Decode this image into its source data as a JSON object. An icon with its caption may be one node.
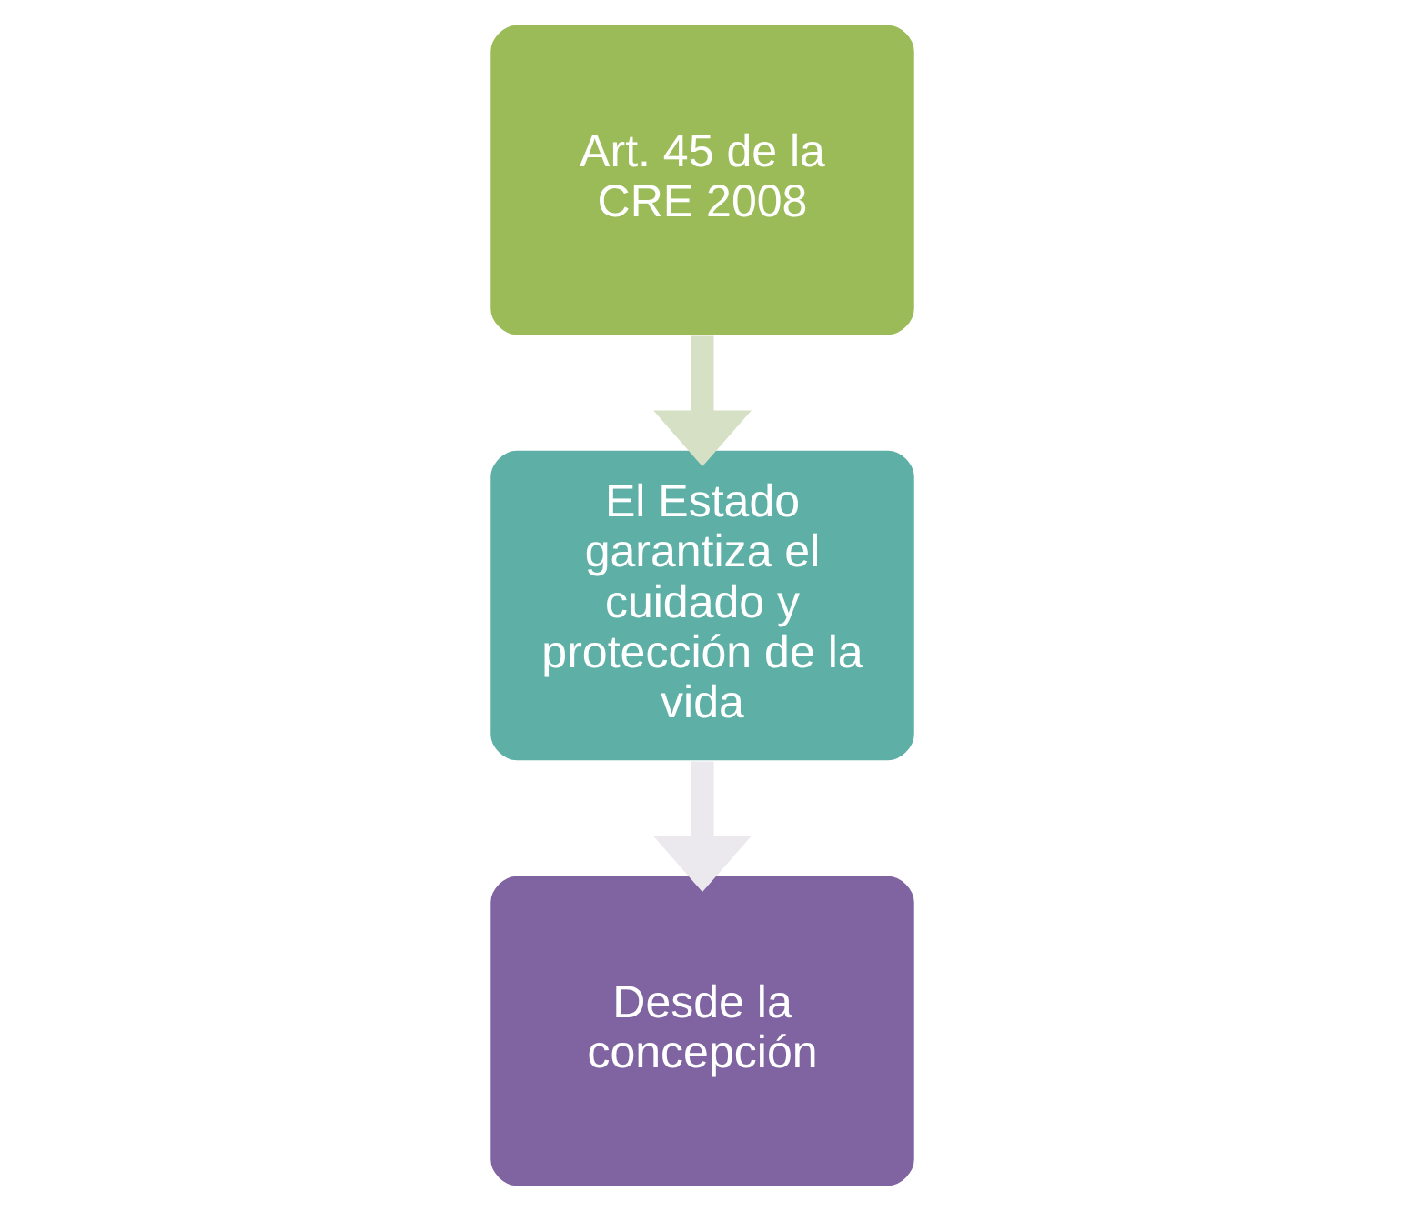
{
  "diagram": {
    "nodes": [
      {
        "text": [
          "Art. 45 de la CRE 2008"
        ]
      },
      {
        "text": [
          "El Estado garantiza el cuidado y protección de la vida"
        ]
      },
      {
        "text": [
          "Desde la concepción"
        ]
      }
    ],
    "edges": [
      {
        "from": 0,
        "to": 1,
        "arrow": "to",
        "color": "#d6e0c4"
      },
      {
        "from": 1,
        "to": 2,
        "arrow": "to",
        "color": "#ebe8ee"
      }
    ]
  }
}
